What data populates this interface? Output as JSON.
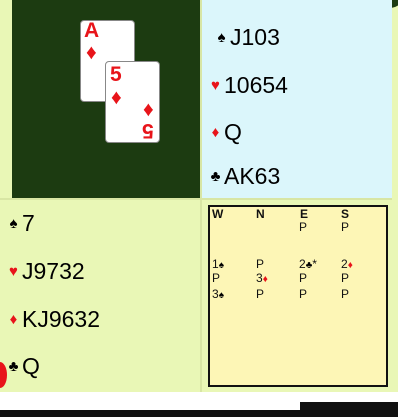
{
  "trick": {
    "cards": [
      {
        "rank": "A",
        "suit": "diamonds",
        "suit_glyph": "♦"
      },
      {
        "rank": "5",
        "suit": "diamonds",
        "suit_glyph": "♦"
      }
    ]
  },
  "north": {
    "spades": "J103",
    "hearts": "10654",
    "diamonds": "Q",
    "clubs": "AK63"
  },
  "west": {
    "spades": "7",
    "hearts": "J9732",
    "diamonds": "KJ9632",
    "clubs": "Q"
  },
  "suits": {
    "spade": "♠",
    "heart": "♥",
    "diamond": "♦",
    "club": "♣"
  },
  "bidding": {
    "headers": [
      "W",
      "N",
      "E",
      "S"
    ],
    "rows": [
      [
        "",
        "",
        "P",
        "P"
      ],
      [
        "1♠",
        "P",
        "2♣*",
        "2♦"
      ],
      [
        "P",
        "3♦",
        "P",
        "P"
      ],
      [
        "3♠",
        "P",
        "P",
        "P"
      ]
    ]
  },
  "colors": {
    "red_suit": "#e8141a",
    "table_felt": "#1c3b11",
    "north_bg": "#dbf6fb",
    "west_bg": "#e9f7b6",
    "bidding_bg": "#fdf6b6"
  }
}
